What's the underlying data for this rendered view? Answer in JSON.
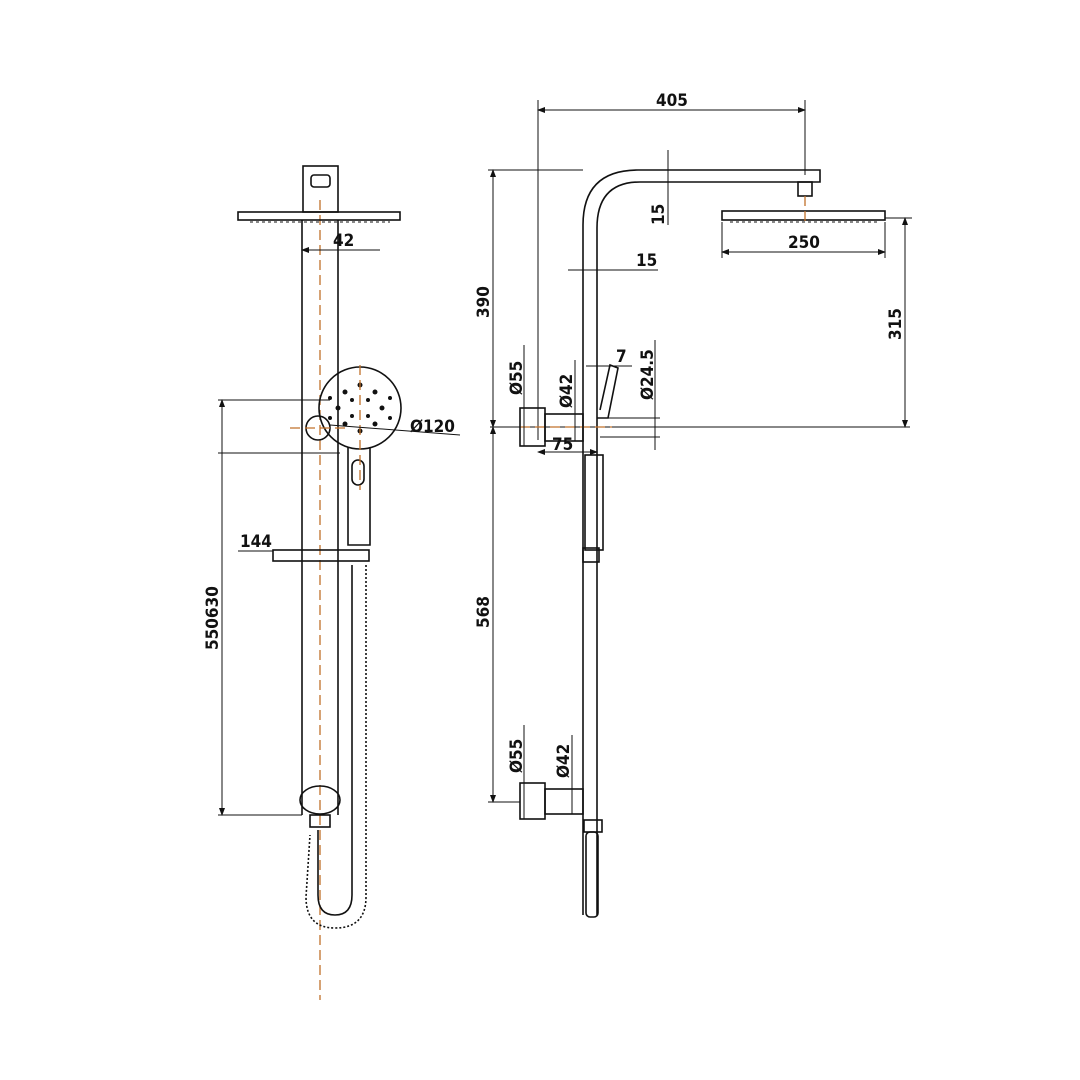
{
  "left_view": {
    "dim_arm_depth": "42",
    "dim_handshower_diameter": "Ø120",
    "dim_shelf_width": "144",
    "dim_rail_height": "550630"
  },
  "right_view": {
    "dim_arm_reach": "405",
    "dim_arm_thickness": "15",
    "dim_pipe_offset": "15",
    "dim_head_width": "250",
    "dim_upper_height": "390",
    "dim_head_height": "315",
    "dim_bracket_outer_top": "Ø55",
    "dim_bracket_inner_top": "Ø42",
    "dim_holder_gap": "7",
    "dim_holder_diameter": "Ø24.5",
    "dim_bracket_projection": "75",
    "dim_lower_height": "568",
    "dim_bracket_outer_bottom": "Ø55",
    "dim_bracket_inner_bottom": "Ø42"
  },
  "colors": {
    "lines": "#111111",
    "centerline": "#c0712a"
  }
}
